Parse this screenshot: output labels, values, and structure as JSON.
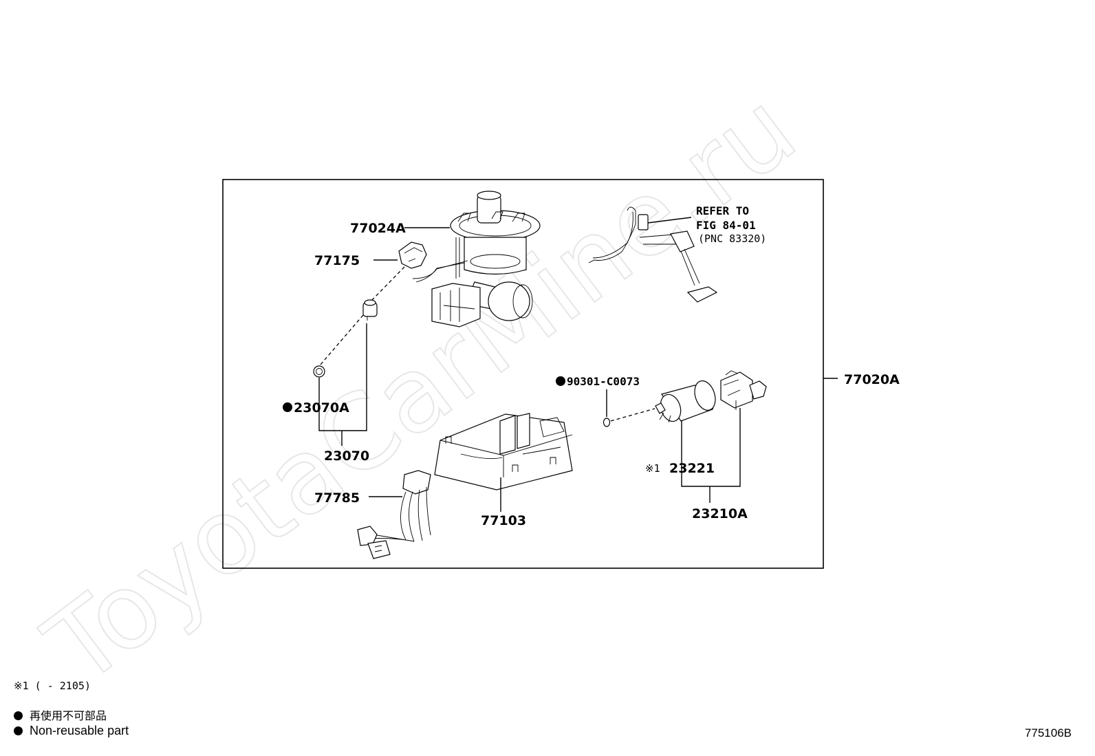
{
  "watermark": "ToyotaCarMine.ru",
  "parts": {
    "p77024A": "77024A",
    "p77175": "77175",
    "p23070A": "23070A",
    "p23070": "23070",
    "p77785": "77785",
    "p77103": "77103",
    "p90301": "90301-C0073",
    "p23221": "23221",
    "p23221_mark": "※1",
    "p23210A": "23210A",
    "p77020A": "77020A"
  },
  "refer": {
    "line1": "REFER TO",
    "line2": "FIG 84-01",
    "line3": "(PNC 83320)"
  },
  "footnote": {
    "note1": "※1 (     - 2105)",
    "legend_jp": "再使用不可部品",
    "legend_en": "Non-reusable part"
  },
  "figure_number": "775106B"
}
